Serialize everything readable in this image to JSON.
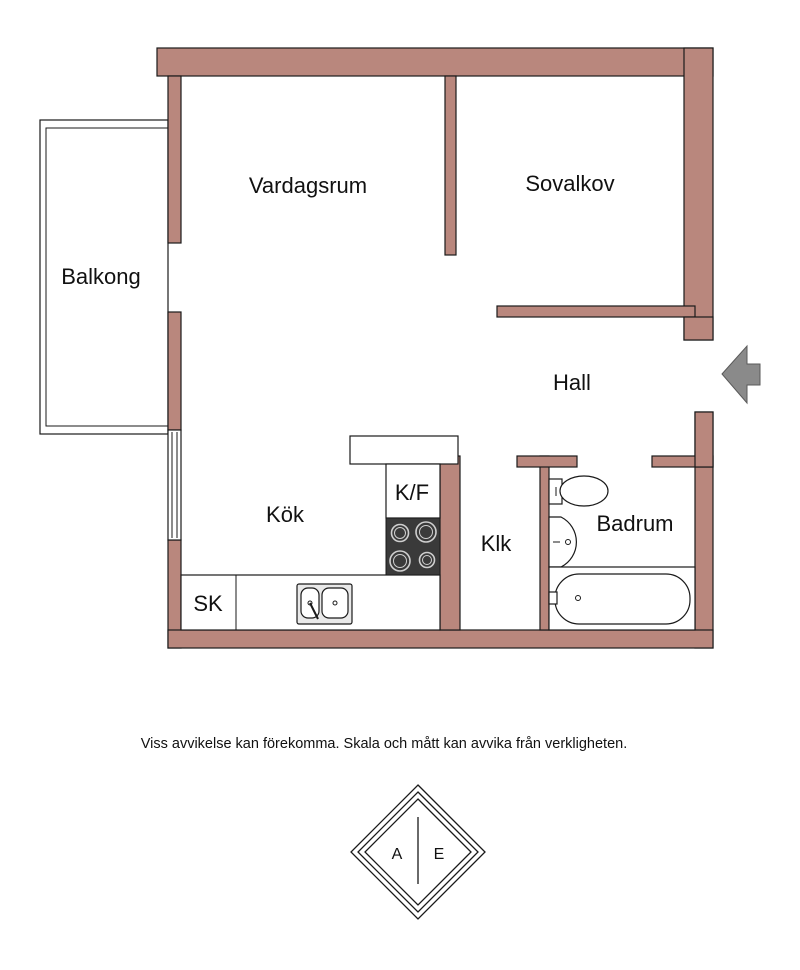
{
  "rooms": {
    "vardagsrum": "Vardagsrum",
    "sovalkov": "Sovalkov",
    "balkong": "Balkong",
    "hall": "Hall",
    "kok": "Kök",
    "kf": "K/F",
    "klk": "Klk",
    "badrum": "Badrum",
    "sk": "SK"
  },
  "disclaimer": "Viss avvikelse kan förekomma. Skala och mått kan avvika från verkligheten.",
  "logo": {
    "left": "A",
    "right": "E"
  },
  "colors": {
    "wall": "#b9877d",
    "entrance_arrow": "#8a8a8a",
    "stove": "#3a3a3a"
  },
  "icons": {
    "entrance": "entrance-arrow-icon"
  }
}
